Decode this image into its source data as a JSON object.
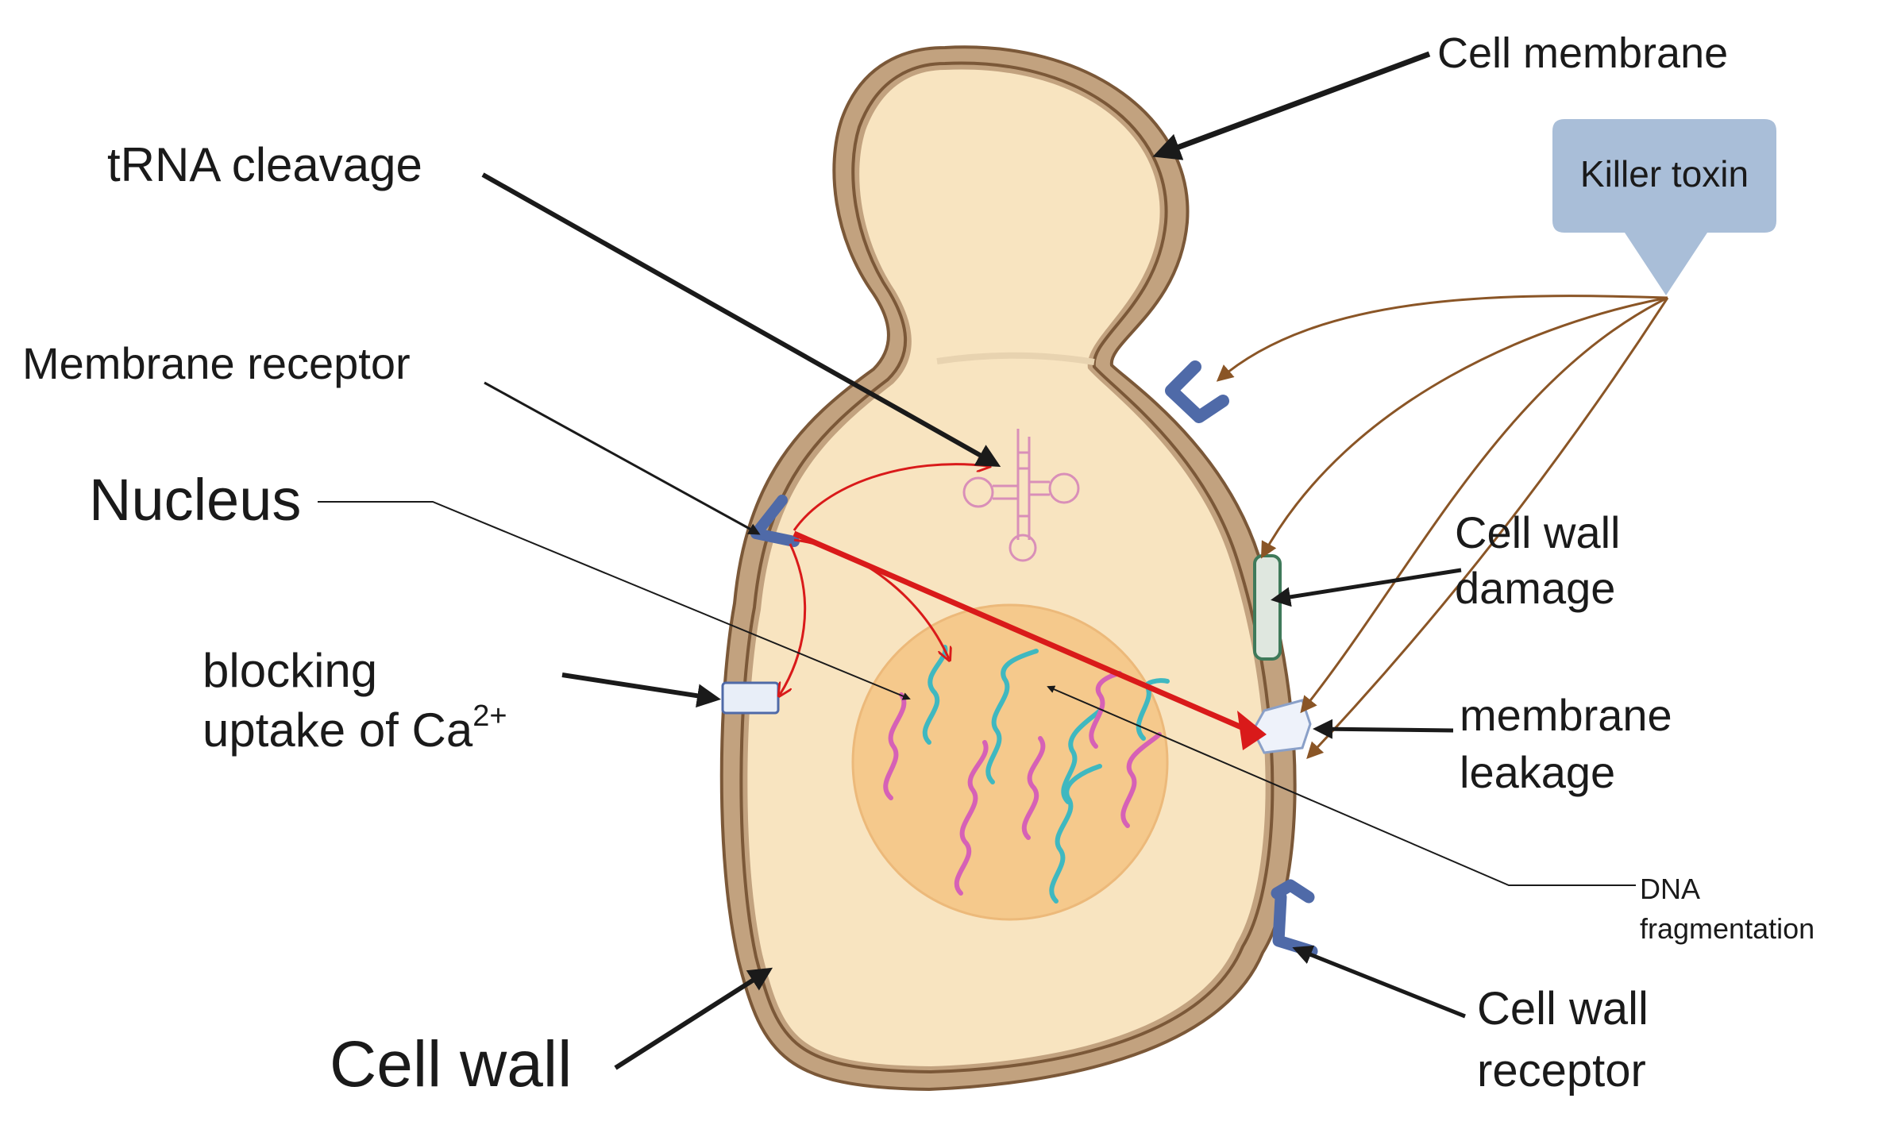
{
  "labels": {
    "cell_membrane": "Cell membrane",
    "killer_toxin": "Killer toxin",
    "trna_cleavage": "tRNA cleavage",
    "membrane_receptor": "Membrane receptor",
    "nucleus": "Nucleus",
    "cell_wall_damage_1": "Cell wall",
    "cell_wall_damage_2": "damage",
    "blocking_1": "blocking",
    "blocking_2": "uptake of Ca",
    "blocking_sup": "2+",
    "membrane_leakage_1": "membrane",
    "membrane_leakage_2": "leakage",
    "dna_frag_1": "DNA",
    "dna_frag_2": "fragmentation",
    "cell_wall": "Cell wall",
    "cell_wall_receptor_1": "Cell wall",
    "cell_wall_receptor_2": "receptor"
  },
  "colors": {
    "cell_wall": "#c2a27f",
    "cell_wall_dark": "#7b5838",
    "cytoplasm": "#f8e4c0",
    "nucleus": "#f5c98c",
    "toxin_box": "#a9bed8",
    "receptor": "#4f6aa8",
    "red_arrow": "#d91a1a",
    "brown_arrow": "#8a5526",
    "trna": "#d98fb8",
    "dna_teal": "#3fb8c0",
    "dna_pink": "#d661b6"
  }
}
